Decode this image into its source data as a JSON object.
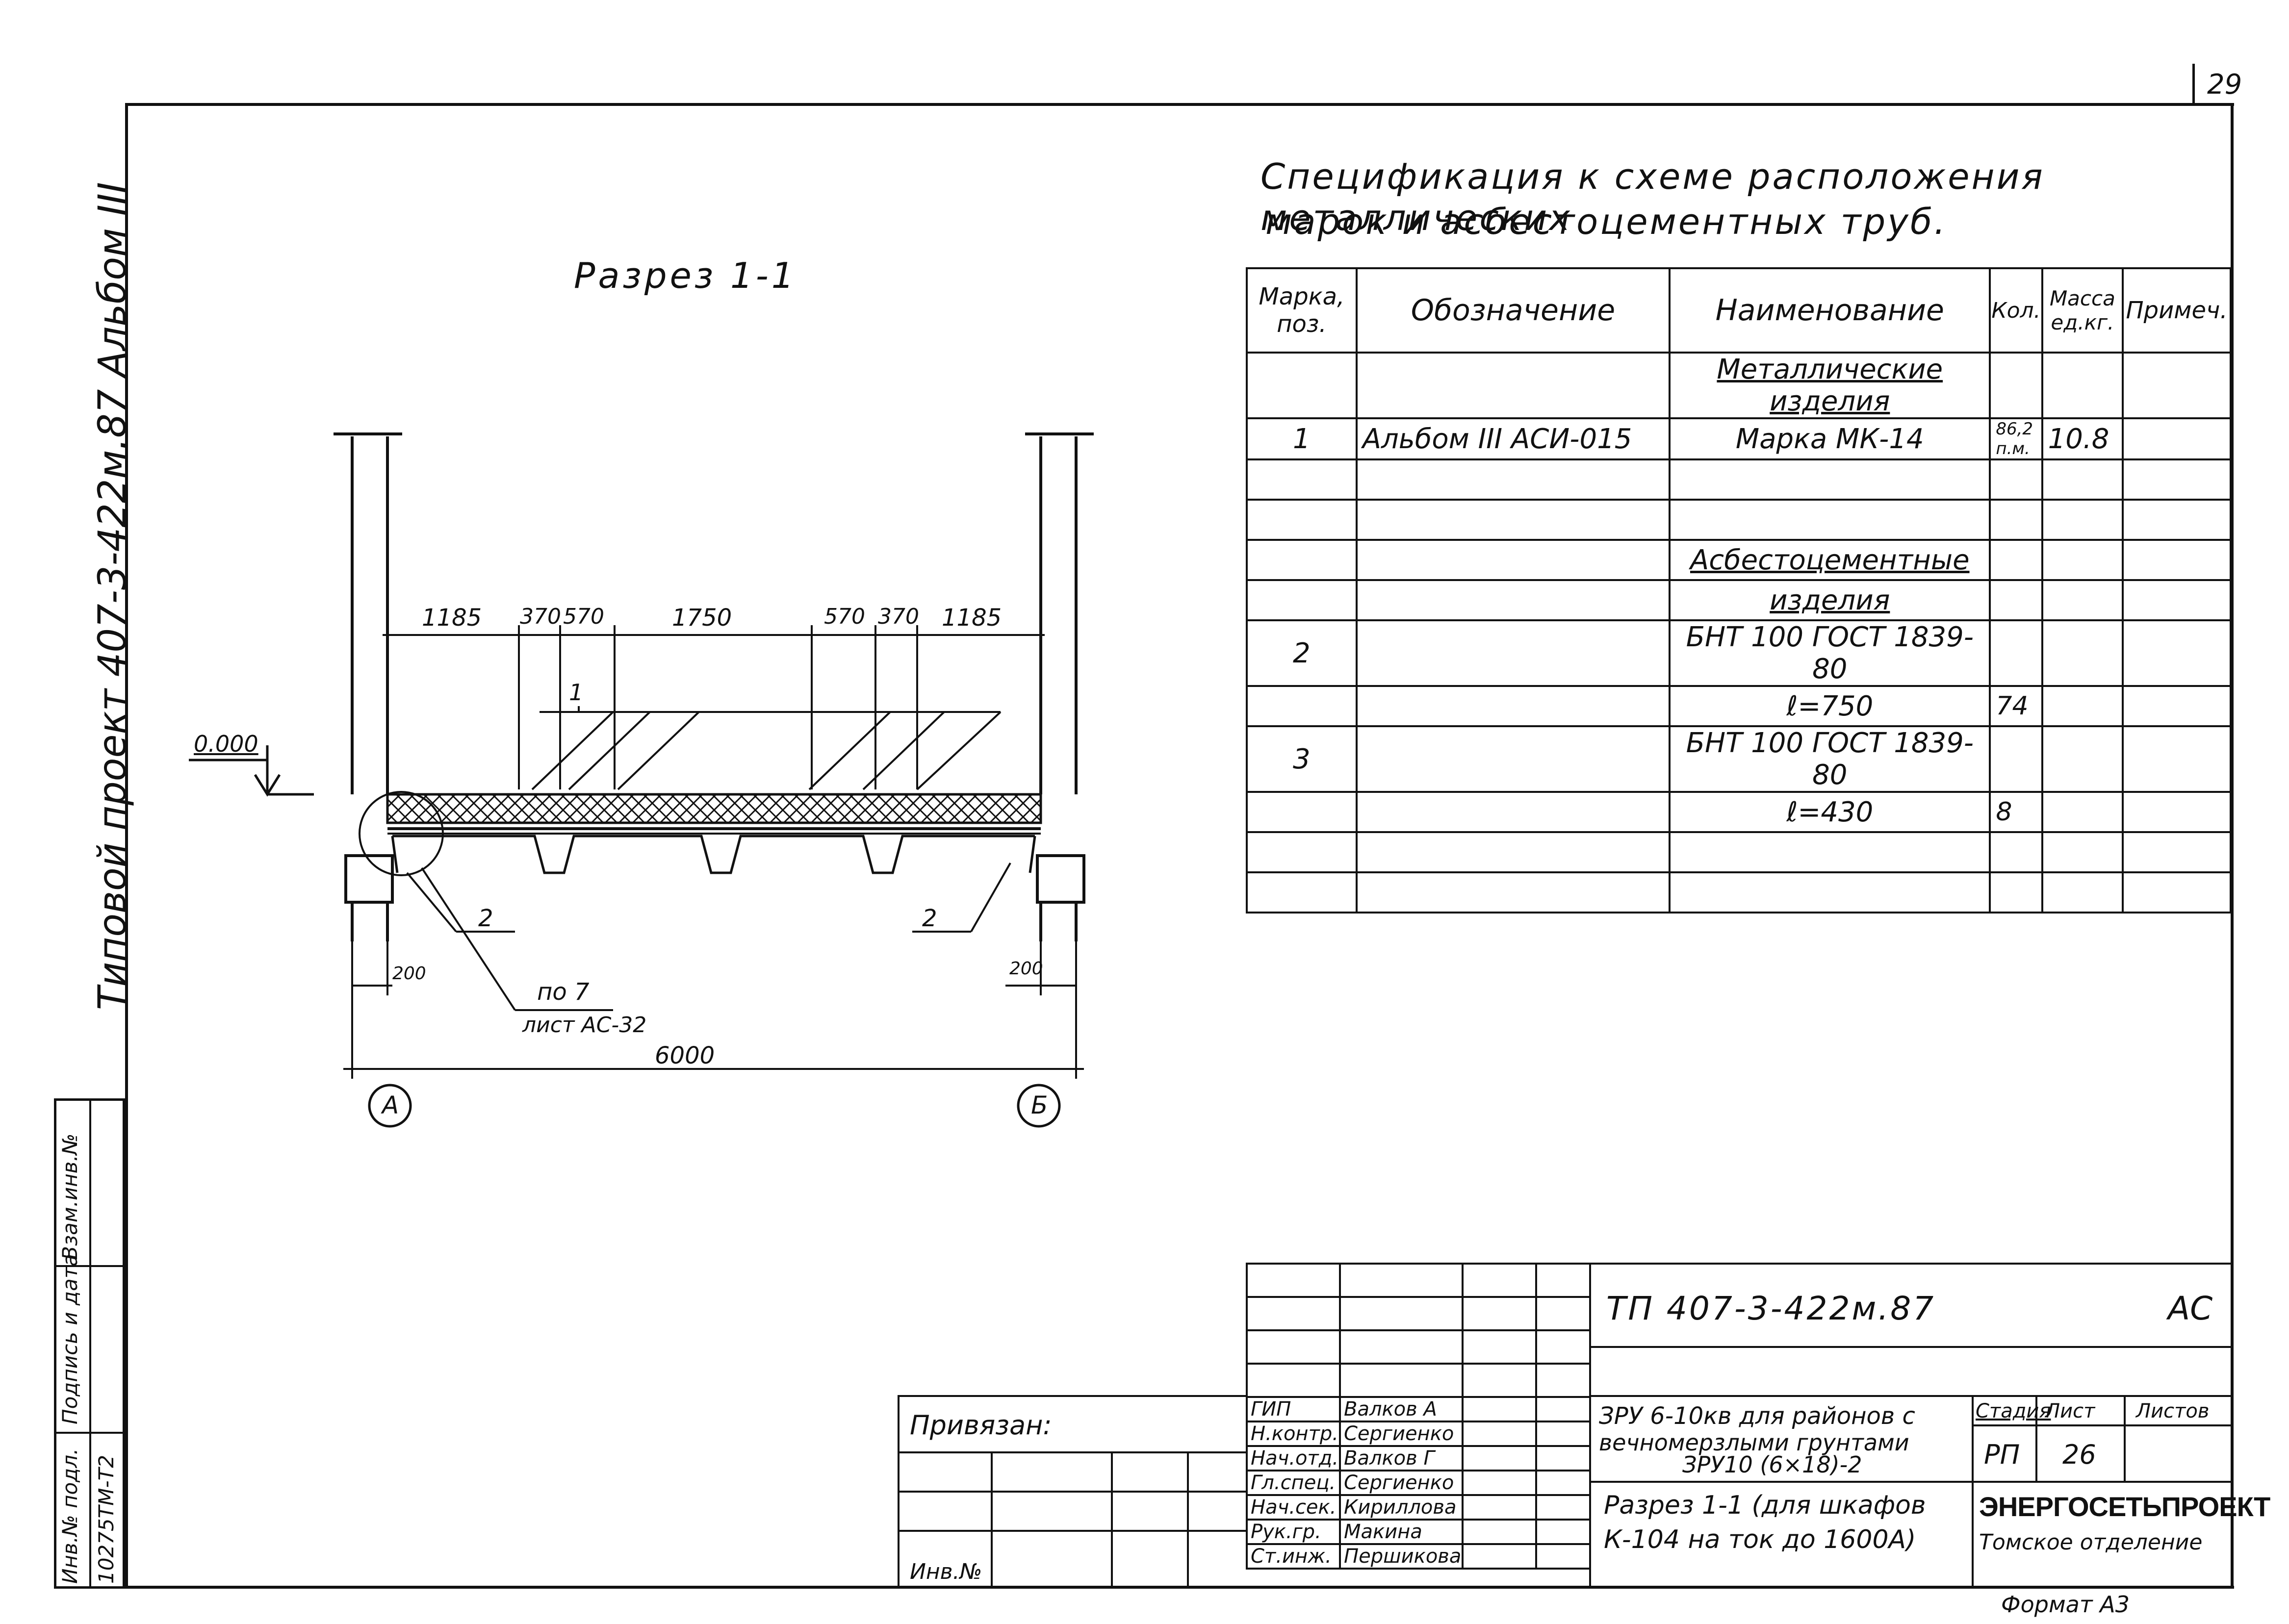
{
  "page_number": "29",
  "side_stamp": {
    "project": "Типовой  проект  407-3-422м.87  Альбом III",
    "field_inv": "Инв.№ подл.",
    "field_sign": "Подпись и дата",
    "field_repl": "Взам.инв.№",
    "inv_value": "10275ТМ-Т2"
  },
  "spec": {
    "title_line1": "Спецификация к схеме расположения металлических",
    "title_line2": "марок и асбестоцементных труб.",
    "headers": {
      "mark": "Марка, поз.",
      "designation": "Обозначение",
      "name": "Наименование",
      "qty": "Кол.",
      "mass": "Масса ед.кг.",
      "note": "Примеч."
    },
    "rows": [
      {
        "mark": "",
        "designation": "",
        "name": "Металлические изделия",
        "qty": "",
        "mass": "",
        "underline": true
      },
      {
        "mark": "1",
        "designation": "Альбом III АСИ-015",
        "name": "Марка МК-14",
        "qty": "86,2 п.м.",
        "mass": "10.8"
      },
      {
        "mark": "",
        "designation": "",
        "name": "",
        "qty": "",
        "mass": ""
      },
      {
        "mark": "",
        "designation": "",
        "name": "",
        "qty": "",
        "mass": ""
      },
      {
        "mark": "",
        "designation": "",
        "name": "Асбестоцементные",
        "qty": "",
        "mass": "",
        "underline": true
      },
      {
        "mark": "",
        "designation": "",
        "name": "изделия",
        "qty": "",
        "mass": "",
        "underline": true
      },
      {
        "mark": "2",
        "designation": "",
        "name": "БНТ 100 ГОСТ 1839-80",
        "qty": "",
        "mass": ""
      },
      {
        "mark": "",
        "designation": "",
        "name": "ℓ=750",
        "qty": "74",
        "mass": ""
      },
      {
        "mark": "3",
        "designation": "",
        "name": "БНТ 100 ГОСТ 1839-80",
        "qty": "",
        "mass": ""
      },
      {
        "mark": "",
        "designation": "",
        "name": "ℓ=430",
        "qty": "8",
        "mass": ""
      },
      {
        "mark": "",
        "designation": "",
        "name": "",
        "qty": "",
        "mass": ""
      },
      {
        "mark": "",
        "designation": "",
        "name": "",
        "qty": "",
        "mass": ""
      }
    ]
  },
  "drawing": {
    "section_title": "Разрез 1-1",
    "level_mark": "0.000",
    "dims": [
      "1185",
      "370",
      "570",
      "1750",
      "570",
      "370",
      "1185"
    ],
    "dim_total": "6000",
    "dim_left_200": "200",
    "dim_right_200": "200",
    "callout_1": "1",
    "callout_2a": "2",
    "callout_2b": "2",
    "note_line1": "по 7",
    "note_line2": "лист АС-32",
    "axis_a": "А",
    "axis_b": "Б"
  },
  "title_block": {
    "code": "ТП  407-3-422м.87",
    "mark": "АС",
    "attached": "Привязан:",
    "inv_no": "Инв.№",
    "roles": [
      {
        "role": "ГИП",
        "name": "Валков А"
      },
      {
        "role": "Н.контр.",
        "name": "Сергиенко"
      },
      {
        "role": "Нач.отд.",
        "name": "Валков Г"
      },
      {
        "role": "Гл.спец.",
        "name": "Сергиенко"
      },
      {
        "role": "Нач.сек.",
        "name": "Кириллова"
      },
      {
        "role": "Рук.гр.",
        "name": "Макина"
      },
      {
        "role": "Ст.инж.",
        "name": "Першикова"
      }
    ],
    "object_line1": "ЗРУ 6-10кв для районов с",
    "object_line2": "вечномерзлыми грунтами",
    "object_line3": "ЗРУ10 (6×18)-2",
    "sheet_title_line1": "Разрез 1-1 (для шкафов",
    "sheet_title_line2": "К-104 на ток до 1600А)",
    "stage_label": "Стадия",
    "sheet_label": "Лист",
    "sheets_label": "Листов",
    "stage": "РП",
    "sheet": "26",
    "org_line1": "ЭНЕРГОСЕТЬПРОЕКТ",
    "org_line2": "Томское отделение"
  },
  "format": "Формат А3"
}
